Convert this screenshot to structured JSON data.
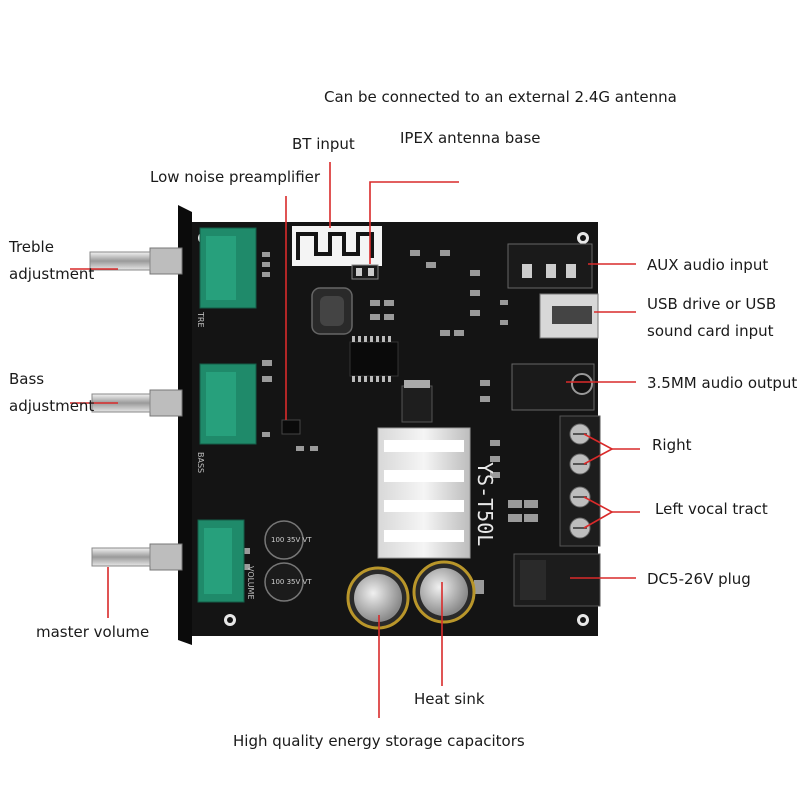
{
  "labels": {
    "antenna_ext": "Can be connected to an external 2.4G antenna",
    "bt_input": "BT input",
    "ipex_base": "IPEX antenna base",
    "preamp": "Low noise preamplifier",
    "treble_1": "Treble",
    "treble_2": "adjustment",
    "bass_1": "Bass",
    "bass_2": "adjustment",
    "master_volume": "master volume",
    "aux_input": "AUX audio input",
    "usb_1": "USB drive or USB",
    "usb_2": "sound card input",
    "audio_out": "3.5MM audio output",
    "right": "Right",
    "left": "Left vocal tract",
    "dc_plug": "DC5-26V plug",
    "heat_sink": "Heat sink",
    "capacitors": "High quality energy storage capacitors"
  },
  "board_text": {
    "model": "YS-T50L",
    "tre": "TRE",
    "bass": "BASS",
    "volume": "VOLUME",
    "cap_1": "100 35V VT",
    "cap_2": "100 35V VT"
  },
  "colors": {
    "pointer": "#d92a2a",
    "board": "#161616",
    "pot": "#1f8a6a",
    "text": "#1a1a1a"
  }
}
